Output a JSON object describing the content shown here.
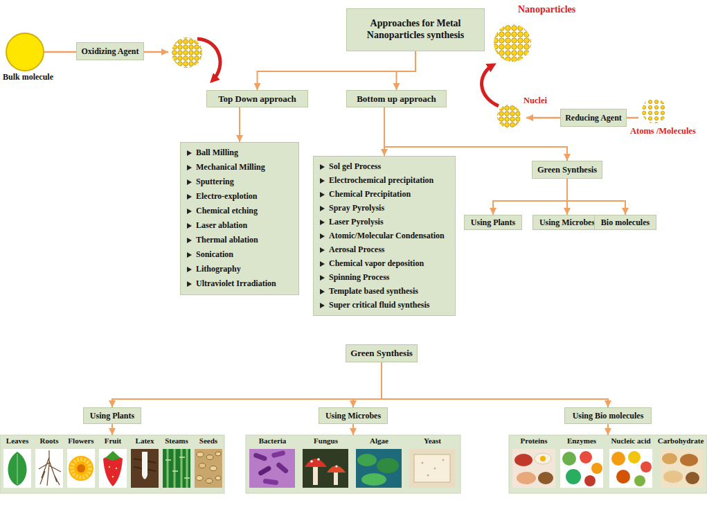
{
  "diagram": {
    "nodes": [
      {
        "text": [
          "Approaches for Metal Nanoparticles synthesis"
        ]
      },
      {
        "text": [
          "Oxidizing Agent"
        ]
      },
      {
        "text": [
          "Top Down approach"
        ]
      },
      {
        "text": [
          "Bottom up approach"
        ]
      },
      {
        "text": [
          "Reducing Agent"
        ]
      },
      {
        "text": [
          "Ball Milling",
          "Mechanical Milling",
          "Sputtering",
          "Electro-explotion",
          "Chemical etching",
          "Laser ablation",
          "Thermal ablation",
          "Sonication",
          "Lithography",
          "Ultraviolet Irradiation"
        ]
      },
      {
        "text": [
          "Sol gel Process",
          "Electrochemical precipitation",
          "Chemical Precipitation",
          "Spray Pyrolysis",
          "Laser Pyrolysis",
          "Atomic/Molecular Condensation",
          "Aerosal Process",
          "Chemical vapor deposition",
          "Spinning Process",
          "Template based synthesis",
          "Super critical fluid synthesis"
        ]
      },
      {
        "text": [
          "Green Synthesis"
        ]
      },
      {
        "text": [
          "Using Plants"
        ]
      },
      {
        "text": [
          "Using Microbes"
        ]
      },
      {
        "text": [
          "Bio molecules"
        ]
      },
      {
        "text": [
          "Green Synthesis"
        ]
      },
      {
        "text": [
          "Using Plants"
        ]
      },
      {
        "text": [
          "Using Microbes"
        ]
      },
      {
        "text": [
          "Using Bio molecules"
        ]
      },
      {
        "text": [
          "Leaves",
          "Roots",
          "Flowers",
          "Fruit",
          "Latex",
          "Steams",
          "Seeds"
        ]
      },
      {
        "text": [
          "Bacteria",
          "Fungus",
          "Algae",
          "Yeast"
        ]
      },
      {
        "text": [
          "Proteins",
          "Enzymes",
          "Nucleic acid",
          "Carbohydrate"
        ]
      }
    ],
    "edges": [
      {
        "from": 0,
        "to": 2,
        "arrow": "to"
      },
      {
        "from": 0,
        "to": 3,
        "arrow": "to"
      },
      {
        "from": 2,
        "to": 5,
        "arrow": "to"
      },
      {
        "from": 3,
        "to": 6,
        "arrow": "to"
      },
      {
        "from": 3,
        "to": 7,
        "arrow": "to"
      },
      {
        "from": 7,
        "to": 8,
        "arrow": "to"
      },
      {
        "from": 7,
        "to": 9,
        "arrow": "to"
      },
      {
        "from": 7,
        "to": 10,
        "arrow": "to"
      },
      {
        "from": 11,
        "to": 12,
        "arrow": "to"
      },
      {
        "from": 11,
        "to": 13,
        "arrow": "to"
      },
      {
        "from": 11,
        "to": 14,
        "arrow": "to"
      },
      {
        "from": 12,
        "to": 15,
        "arrow": "to"
      },
      {
        "from": 13,
        "to": 16,
        "arrow": "to"
      },
      {
        "from": 14,
        "to": 17,
        "arrow": "to"
      }
    ],
    "labels": [
      "Bulk molecule",
      "Nanoparticles",
      "Nuclei",
      "Atoms /Molecules"
    ]
  }
}
